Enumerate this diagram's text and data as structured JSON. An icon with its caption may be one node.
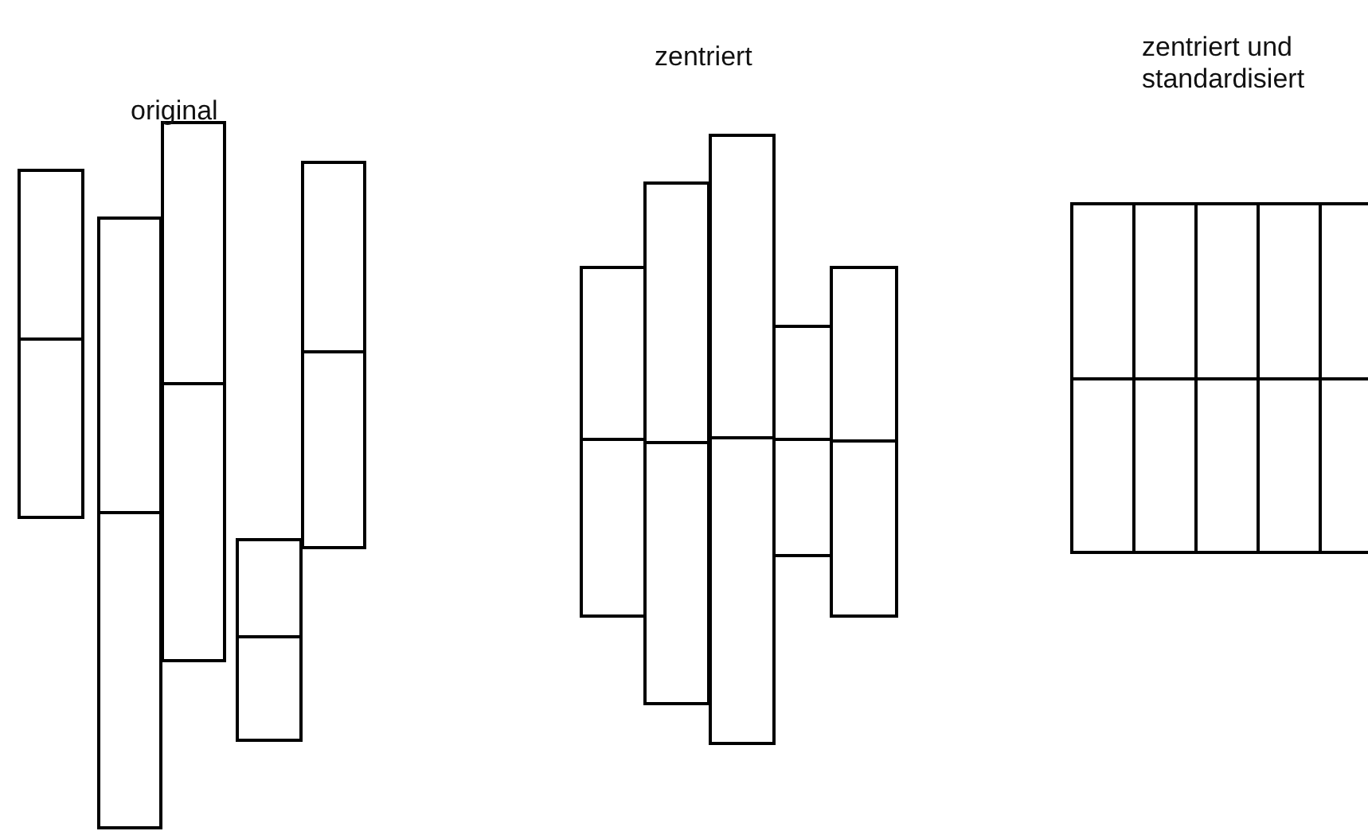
{
  "diagram": {
    "labels": [
      "original",
      "zentriert",
      "zentriert und standardisiert"
    ]
  }
}
